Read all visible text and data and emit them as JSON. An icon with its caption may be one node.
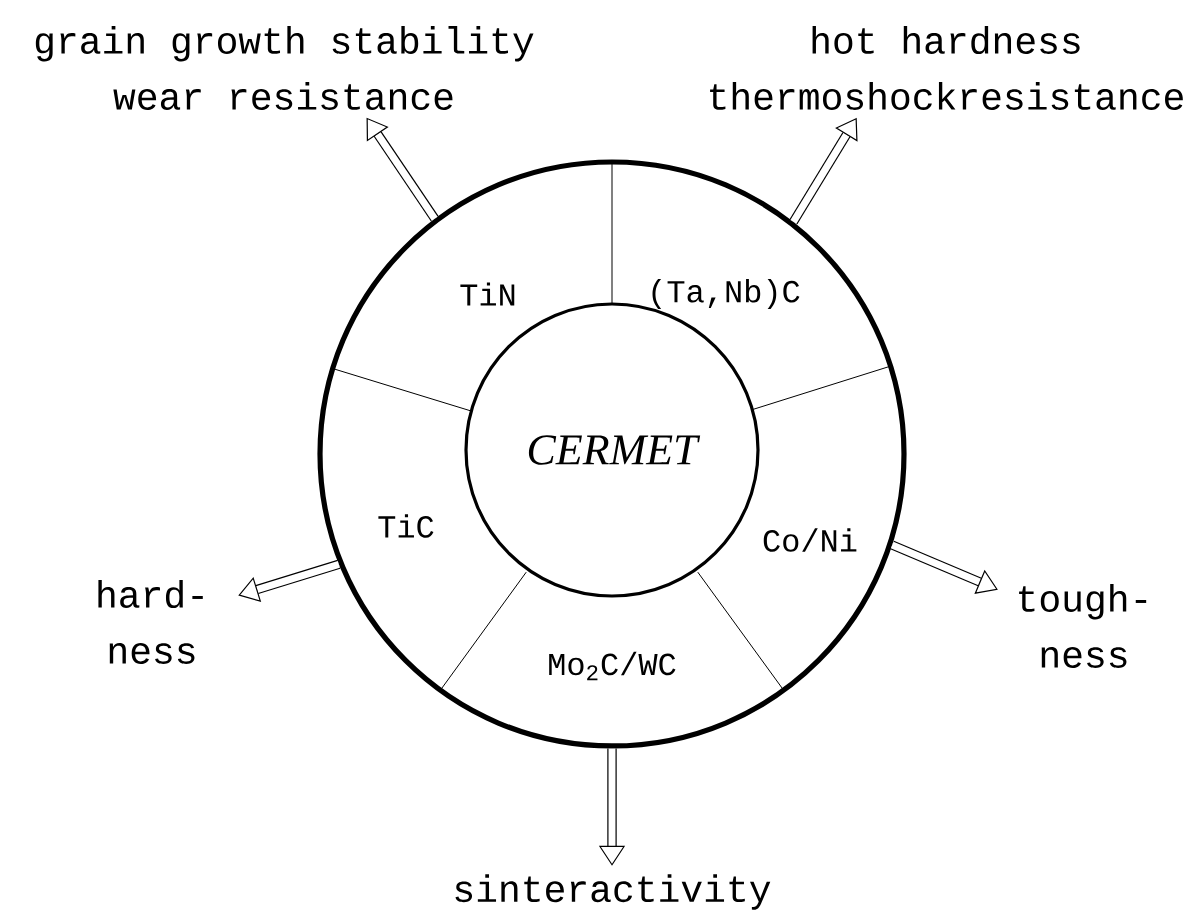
{
  "diagram": {
    "nodes": [
      {
        "text": [],
        "shape": "circle"
      },
      {
        "text": [
          "TiN"
        ],
        "in": 0
      },
      {
        "text": [
          "(Ta,Nb)C"
        ],
        "in": 0
      },
      {
        "text": [
          "CERMET"
        ],
        "in": 0
      },
      {
        "text": [
          "TiC"
        ],
        "in": 0
      },
      {
        "text": [
          "Co/Ni"
        ],
        "in": 0
      },
      {
        "text": [
          "Mo$_{2}$C/WC"
        ],
        "in": 0
      },
      {
        "text": [
          "grain growth stability",
          "wear resistance"
        ]
      },
      {
        "text": [
          "hot hardness",
          "thermoshockresistance"
        ]
      },
      {
        "text": [
          "hard- ness"
        ]
      },
      {
        "text": [
          "tough- ness"
        ]
      },
      {
        "text": [
          "sinteractivity"
        ]
      }
    ],
    "edges": [
      {
        "from": 0,
        "to": 7,
        "arrow": "to"
      },
      {
        "from": 0,
        "to": 8,
        "arrow": "to"
      },
      {
        "from": 0,
        "to": 9,
        "arrow": "to"
      },
      {
        "from": 0,
        "to": 10,
        "arrow": "to"
      },
      {
        "from": 0,
        "to": 11,
        "arrow": "to"
      }
    ]
  }
}
